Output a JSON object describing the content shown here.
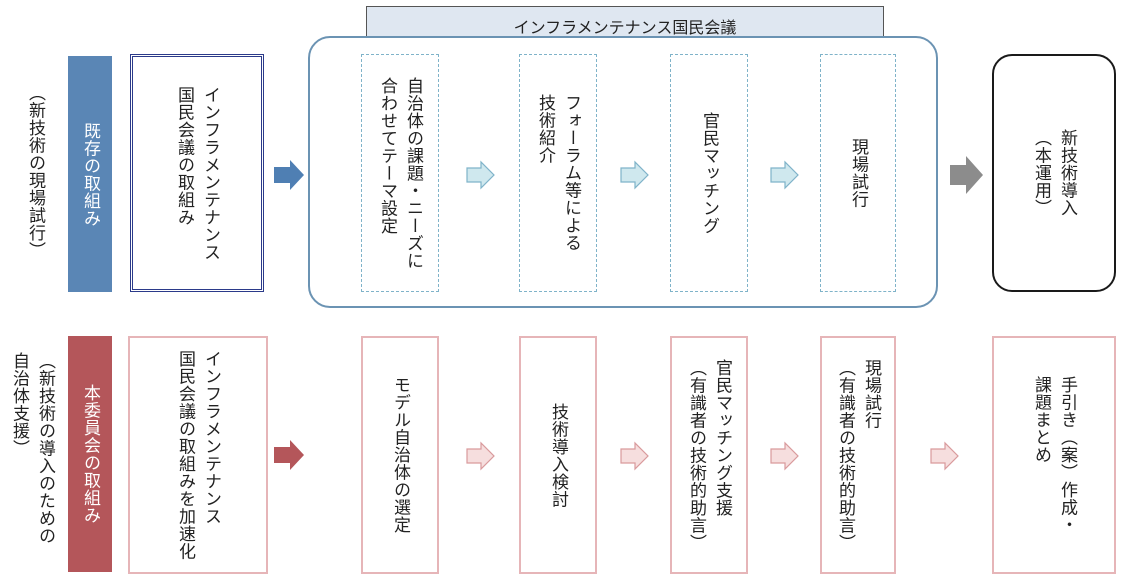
{
  "banner": {
    "title": "インフラメンテナンス国民会議"
  },
  "row1": {
    "side_label": "（新技術の現場試行）",
    "band_label": "既存の取組み",
    "first_box": "インフラメンテナンス\n国民会議の取組み",
    "steps": [
      "自治体の課題・ニーズに\n合わせてテーマ設定",
      "フォーラム等による\n技術紹介",
      "官民マッチング",
      "現場試行"
    ],
    "final_box": "新技術導入\n（本運用）"
  },
  "row2": {
    "side_label": "（新技術の導入のための\n自治体支援）",
    "band_label": "本委員会の取組み",
    "first_box": "インフラメンテナンス\n国民会議の取組みを加速化",
    "steps": [
      "モデル自治体の選定",
      "技術導入検討",
      "官民マッチング支援\n（有識者の技術的助言）",
      "現場試行\n（有識者の技術的助言）"
    ],
    "final_box": "手引き（案）作成・\n課題まとめ"
  },
  "colors": {
    "blue_band": "#5a86b5",
    "red_band": "#b4565a",
    "light_blue_arrow": "#cfe8ee",
    "light_red_arrow": "#f6dede",
    "gray_arrow": "#8c8c8c"
  }
}
